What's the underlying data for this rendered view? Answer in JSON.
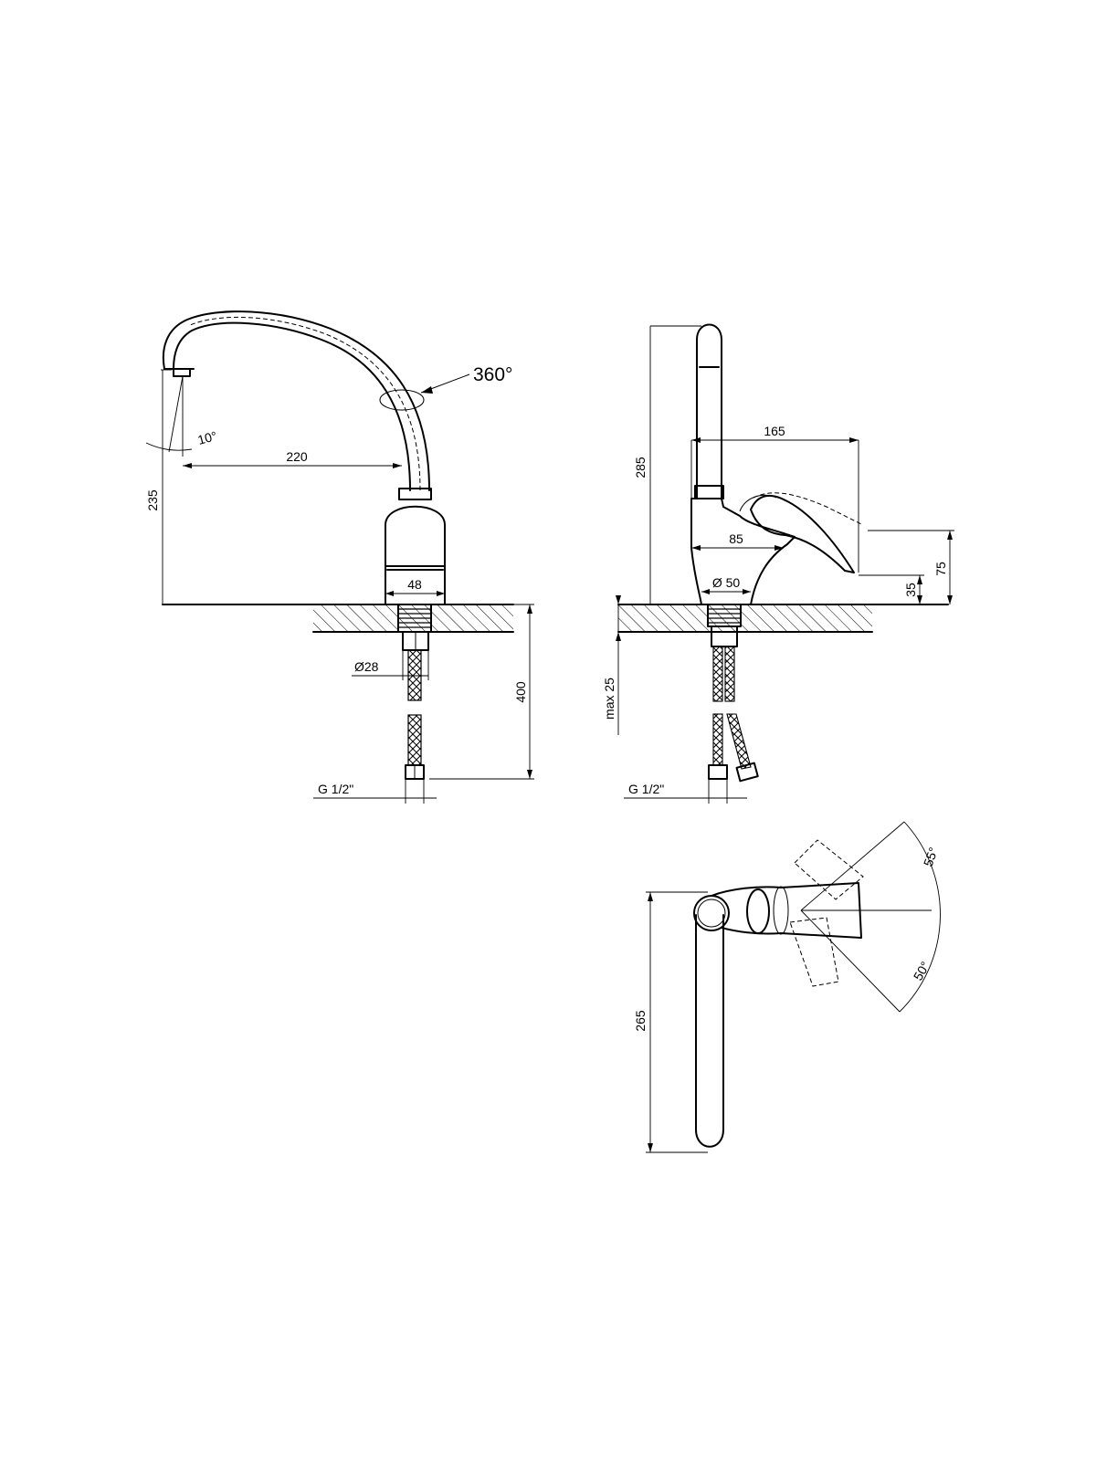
{
  "labels": {
    "rotation": "360°",
    "spout_angle": "10°",
    "spout_reach": "220",
    "front_height": "235",
    "body_width": "48",
    "pipe_diameter": "Ø28",
    "hose_length": "400",
    "thread_left": "G 1/2\"",
    "side_height": "285",
    "handle_reach": "165",
    "lever_offset": "85",
    "base_diameter": "Ø 50",
    "handle_height": "75",
    "outlet_height": "35",
    "max_thickness": "max 25",
    "thread_right": "G 1/2\"",
    "lever_angle_up": "55°",
    "lever_angle_down": "50°",
    "top_length": "265"
  }
}
